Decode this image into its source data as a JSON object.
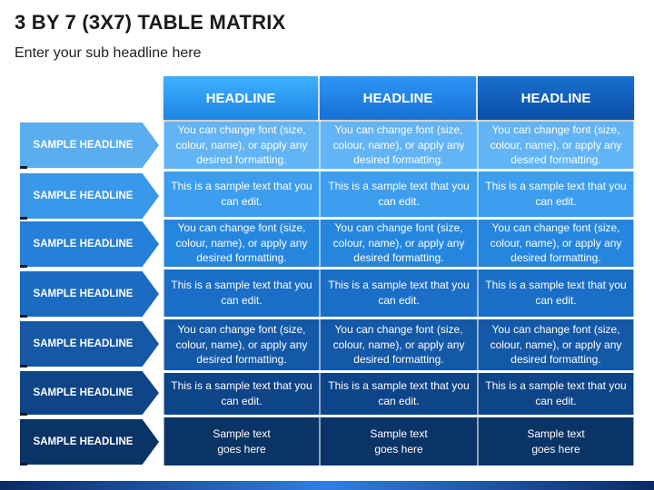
{
  "title": "3 BY 7 (3X7) TABLE MATRIX",
  "subtitle": "Enter your sub headline here",
  "column_headers": [
    "HEADLINE",
    "HEADLINE",
    "HEADLINE"
  ],
  "row_labels": [
    "SAMPLE HEADLINE",
    "SAMPLE HEADLINE",
    "SAMPLE HEADLINE",
    "SAMPLE HEADLINE",
    "SAMPLE HEADLINE",
    "SAMPLE HEADLINE",
    "SAMPLE HEADLINE"
  ],
  "rows": [
    [
      "You can change font (size, colour, name), or apply any desired formatting.",
      "You can change font (size, colour, name), or apply any desired formatting.",
      "You can change font (size, colour, name), or apply any desired formatting."
    ],
    [
      "This is a sample text that you can edit.",
      "This is a sample text that you can edit.",
      "This is a sample text that you can edit."
    ],
    [
      "You can change font (size, colour, name), or apply any desired formatting.",
      "You can change font (size, colour, name), or apply any desired formatting.",
      "You can change font (size, colour, name), or apply any desired formatting."
    ],
    [
      "This is a sample text that you can edit.",
      "This is a sample text that you can edit.",
      "This is a sample text that you can edit."
    ],
    [
      "You can change font (size, colour, name), or apply any desired formatting.",
      "You can change font (size, colour, name), or apply any desired formatting.",
      "You can change font (size, colour, name), or apply any desired formatting."
    ],
    [
      "This is a sample text that you can edit.",
      "This is a sample text that you can edit.",
      "This is a sample text that you can edit."
    ],
    [
      "Sample text goes here",
      "Sample text goes here",
      "Sample text goes here"
    ]
  ],
  "colors": {
    "header_cols": [
      "#2a9df4",
      "#1f7fe0",
      "#0b5bb8"
    ],
    "row_shades": [
      "#62b4f5",
      "#3d9ef0",
      "#2586e0",
      "#1a6ec6",
      "#1458a8",
      "#0e4488",
      "#0b3466"
    ],
    "label_shades": [
      "#5aaeef",
      "#3a98ea",
      "#2580da",
      "#1b6bc2",
      "#1558a6",
      "#0f4587",
      "#0b3466"
    ],
    "bottom_bar": "#1f5fc0"
  }
}
